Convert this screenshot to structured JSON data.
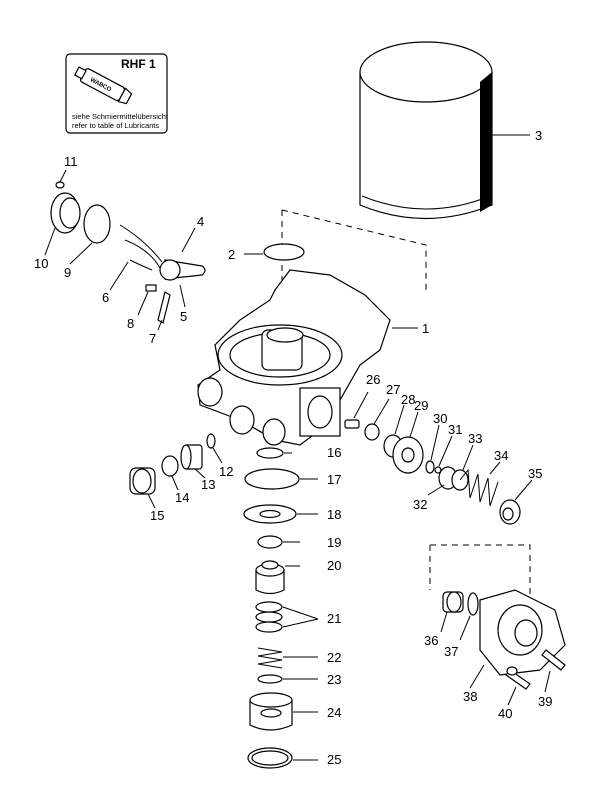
{
  "lubricant_box": {
    "code": "RHF 1",
    "tube_brand": "WABCO",
    "note_de": "siehe Schmiermittelübersicht",
    "note_en": "refer to table of Lubricants"
  },
  "part_labels": {
    "p1": "1",
    "p2": "2",
    "p3": "3",
    "p4": "4",
    "p5": "5",
    "p6": "6",
    "p7": "7",
    "p8": "8",
    "p9": "9",
    "p10": "10",
    "p11": "11",
    "p12": "12",
    "p13": "13",
    "p14": "14",
    "p15": "15",
    "p16": "16",
    "p17": "17",
    "p18": "18",
    "p19": "19",
    "p20": "20",
    "p21": "21",
    "p22": "22",
    "p23": "23",
    "p24": "24",
    "p25": "25",
    "p26": "26",
    "p27": "27",
    "p28": "28",
    "p29": "29",
    "p30": "30",
    "p31": "31",
    "p32": "32",
    "p33": "33",
    "p34": "34",
    "p35": "35",
    "p36": "36",
    "p37": "37",
    "p38": "38",
    "p39": "39",
    "p40": "40"
  },
  "icons": {
    "lubricant_tube": "lubricant-tube-icon"
  }
}
